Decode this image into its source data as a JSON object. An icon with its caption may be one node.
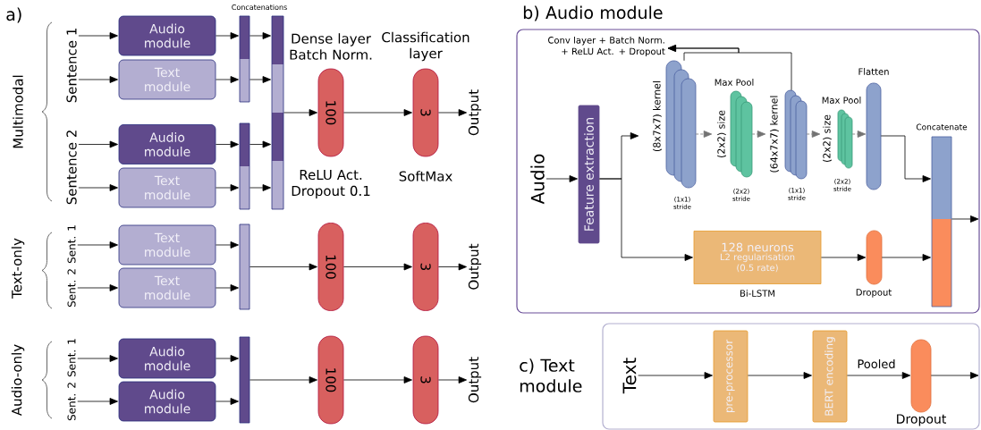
{
  "diagram": {
    "nodes": [
      {
        "text": [
          "Audio module"
        ]
      },
      {
        "text": [
          "Text module"
        ]
      },
      {
        "text": [
          "Audio module"
        ]
      },
      {
        "text": [
          "Text module"
        ]
      },
      {
        "text": [],
        "shape": "bar"
      },
      {
        "text": [],
        "shape": "bar"
      },
      {
        "text": [],
        "shape": "bar"
      },
      {
        "text": [
          "100"
        ],
        "beside": [
          "Dense layer Batch Norm.",
          "ReLU Act. Dropout 0.1"
        ]
      },
      {
        "text": [
          "3"
        ],
        "beside": [
          "Classification layer",
          "SoftMax"
        ]
      },
      {
        "text": [
          "Output"
        ]
      },
      {
        "text": [
          "Text module"
        ]
      },
      {
        "text": [
          "Text module"
        ]
      },
      {
        "text": [],
        "shape": "bar"
      },
      {
        "text": [
          "100"
        ]
      },
      {
        "text": [
          "3"
        ]
      },
      {
        "text": [
          "Output"
        ]
      },
      {
        "text": [
          "Audio module"
        ]
      },
      {
        "text": [
          "Audio module"
        ]
      },
      {
        "text": [],
        "shape": "bar"
      },
      {
        "text": [
          "100"
        ]
      },
      {
        "text": [
          "3"
        ]
      },
      {
        "text": [
          "Output"
        ]
      },
      {
        "text": [
          "b) Audio module"
        ]
      },
      {
        "text": [
          "Audio"
        ],
        "in": 22
      },
      {
        "text": [
          "Feature extraction"
        ],
        "in": 22
      },
      {
        "text": [],
        "shape": "bar",
        "beside": [
          "(8x7x7) kernel",
          "(1x1) stride"
        ],
        "in": 22
      },
      {
        "text": [],
        "shape": "bar",
        "beside": [
          "Max Pool",
          "(2x2) size",
          "(2x2) stride"
        ],
        "in": 22
      },
      {
        "text": [],
        "shape": "bar",
        "beside": [
          "(64x7x7) kernel",
          "(1x1) stride"
        ],
        "in": 22
      },
      {
        "text": [],
        "shape": "bar",
        "beside": [
          "Max Pool",
          "(2x2) size",
          "(2x2) stride"
        ],
        "in": 22
      },
      {
        "text": [],
        "shape": "bar",
        "beside": [
          "Flatten"
        ],
        "in": 22
      },
      {
        "text": [],
        "shape": "bar",
        "beside": [
          "Concatenate"
        ],
        "in": 22
      },
      {
        "text": [
          "128 neurons",
          "L2 regularisation (0.5 rate)"
        ],
        "beside": [
          "Bi-LSTM"
        ],
        "in": 22
      },
      {
        "text": [],
        "shape": "bar",
        "beside": [
          "Dropout"
        ],
        "in": 22
      },
      {
        "text": [
          "Conv layer + Batch Norm. + ReLU Act. + Dropout"
        ],
        "in": 22
      },
      {
        "text": [
          "c) Text module"
        ]
      },
      {
        "text": [
          "Text"
        ],
        "in": 34
      },
      {
        "text": [
          "pre-processor"
        ],
        "in": 34
      },
      {
        "text": [
          "BERT encoding"
        ],
        "in": 34
      },
      {
        "text": [],
        "shape": "bar",
        "beside": [
          "Dropout"
        ],
        "in": 34
      },
      {
        "text": [
          "Sentence 1"
        ]
      },
      {
        "text": [
          "Sentence 2"
        ]
      },
      {
        "text": [
          "Sent. 1"
        ]
      },
      {
        "text": [
          "Sent. 2"
        ]
      },
      {
        "text": [
          "Sent. 1"
        ]
      },
      {
        "text": [
          "Sent. 2"
        ]
      }
    ],
    "edges": [
      {
        "from": 39,
        "to": 0,
        "arrow": "to"
      },
      {
        "from": 39,
        "to": 1,
        "arrow": "to"
      },
      {
        "from": 40,
        "to": 2,
        "arrow": "to"
      },
      {
        "from": 40,
        "to": 3,
        "arrow": "to"
      },
      {
        "from": 0,
        "to": 4,
        "arrow": "to"
      },
      {
        "from": 1,
        "to": 4,
        "arrow": "to"
      },
      {
        "from": 2,
        "to": 5,
        "arrow": "to"
      },
      {
        "from": 3,
        "to": 5,
        "arrow": "to"
      },
      {
        "from": 4,
        "to": 6,
        "arrow": "to"
      },
      {
        "from": 4,
        "to": 6,
        "arrow": "to"
      },
      {
        "from": 5,
        "to": 6,
        "arrow": "to"
      },
      {
        "from": 5,
        "to": 6,
        "arrow": "to"
      },
      {
        "from": 6,
        "to": 7,
        "arrow": "to"
      },
      {
        "from": 7,
        "to": 8,
        "arrow": "to"
      },
      {
        "from": 8,
        "to": 9,
        "arrow": "to"
      },
      {
        "from": 41,
        "to": 10,
        "arrow": "to"
      },
      {
        "from": 42,
        "to": 11,
        "arrow": "to"
      },
      {
        "from": 10,
        "to": 12,
        "arrow": "to"
      },
      {
        "from": 11,
        "to": 12,
        "arrow": "to"
      },
      {
        "from": 12,
        "to": 13,
        "arrow": "to"
      },
      {
        "from": 13,
        "to": 14,
        "arrow": "to"
      },
      {
        "from": 14,
        "to": 15,
        "arrow": "to"
      },
      {
        "from": 43,
        "to": 16,
        "arrow": "to"
      },
      {
        "from": 44,
        "to": 17,
        "arrow": "to"
      },
      {
        "from": 16,
        "to": 18,
        "arrow": "to"
      },
      {
        "from": 17,
        "to": 18,
        "arrow": "to"
      },
      {
        "from": 18,
        "to": 19,
        "arrow": "to"
      },
      {
        "from": 19,
        "to": 20,
        "arrow": "to"
      },
      {
        "from": 20,
        "to": 21,
        "arrow": "to"
      },
      {
        "from": 23,
        "to": 24,
        "arrow": "to"
      },
      {
        "from": 24,
        "to": 25,
        "arrow": "to"
      },
      {
        "from": 24,
        "to": 31,
        "arrow": "to"
      },
      {
        "from": 25,
        "to": 26,
        "arrow": "to",
        "style": "dashed",
        "color": "#737373"
      },
      {
        "from": 26,
        "to": 27,
        "arrow": "to",
        "style": "dashed",
        "color": "#737373"
      },
      {
        "from": 27,
        "to": 28,
        "arrow": "to",
        "style": "dashed",
        "color": "#737373"
      },
      {
        "from": 28,
        "to": 29,
        "arrow": "to",
        "style": "dashed",
        "color": "#737373"
      },
      {
        "from": 29,
        "to": 30,
        "arrow": "to"
      },
      {
        "from": 31,
        "to": 32,
        "arrow": "to"
      },
      {
        "from": 32,
        "to": 30,
        "arrow": "to"
      },
      {
        "from": 30,
        "to": null,
        "arrow": "to"
      },
      {
        "from": 25,
        "to": 33,
        "arrow": "to"
      },
      {
        "from": 27,
        "to": 33,
        "arrow": "to"
      },
      {
        "from": 35,
        "to": 36,
        "arrow": "to"
      },
      {
        "from": 36,
        "to": 37,
        "arrow": "to"
      },
      {
        "from": 37,
        "to": 38,
        "arrow": "to",
        "label": "Pooled"
      },
      {
        "from": 38,
        "to": null,
        "arrow": "to"
      }
    ],
    "labels": [
      "a)",
      "Concatenations",
      "Multimodal",
      "Text-only",
      "Audio-only"
    ]
  }
}
